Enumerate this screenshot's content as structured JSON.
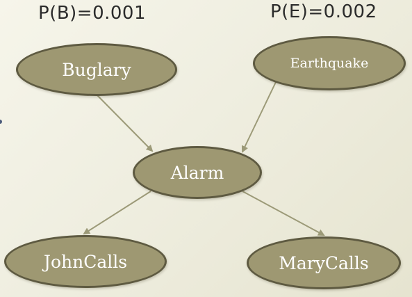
{
  "priors": {
    "burglary": "P(B)=0.001",
    "earthquake": "P(E)=0.002"
  },
  "nodes": {
    "burglary": "Buglary",
    "earthquake": "Earthquake",
    "alarm": "Alarm",
    "johncalls": "JohnCalls",
    "marycalls": "MaryCalls"
  },
  "colors": {
    "node_fill": "#9e9872",
    "node_border": "#5e5a41",
    "edge": "#9c9a78",
    "text": "#ffffff",
    "label": "#2b2b2b"
  }
}
